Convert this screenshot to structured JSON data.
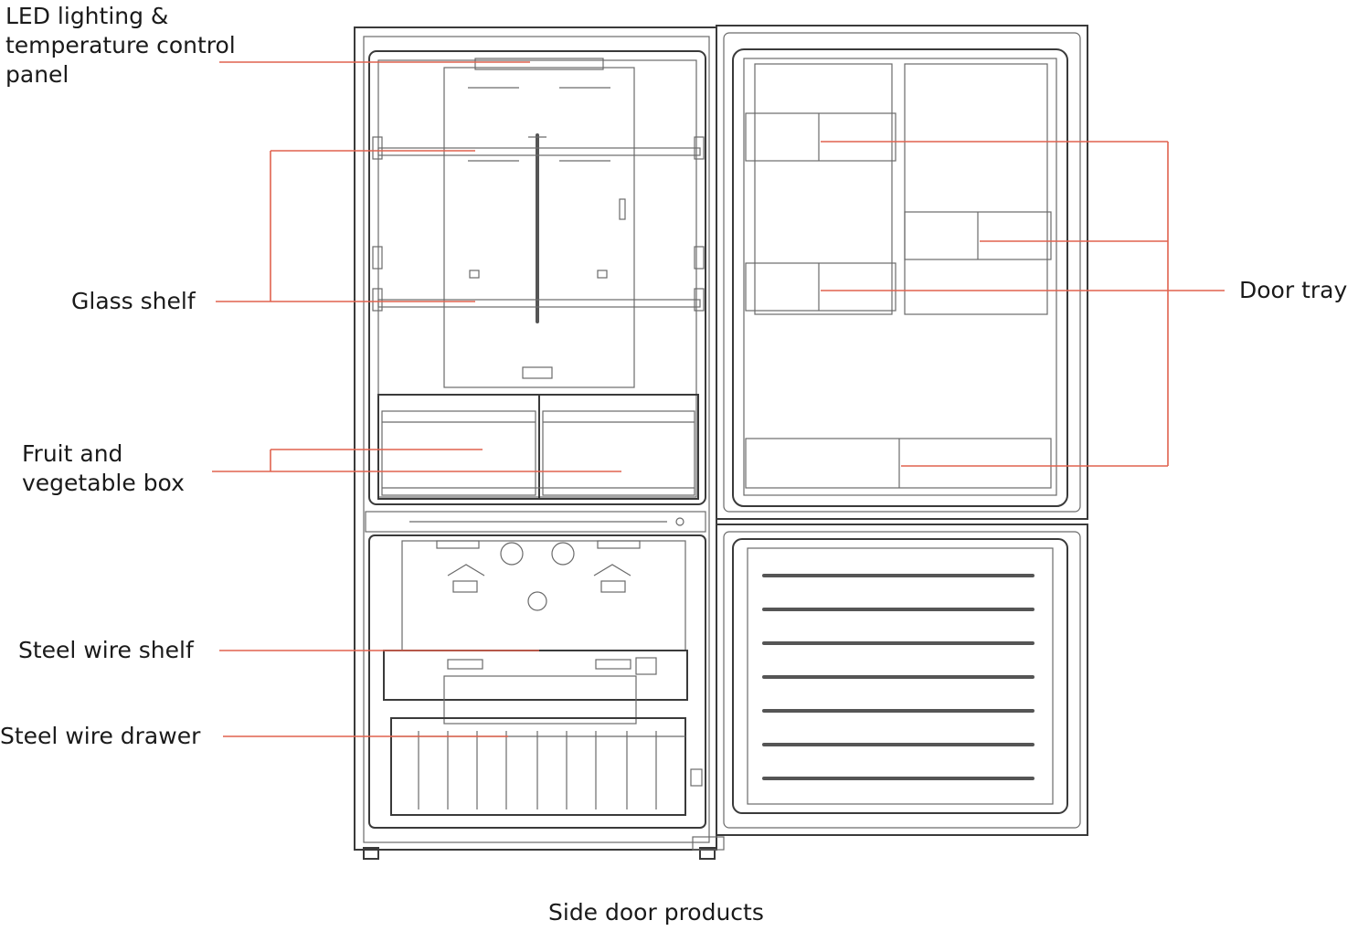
{
  "labels": {
    "led_panel": "LED lighting &\ntemperature control\npanel",
    "glass_shelf": "Glass shelf",
    "fruit_box": "Fruit and\nvegetable box",
    "wire_shelf": "Steel wire shelf",
    "wire_drawer": "Steel wire drawer",
    "door_tray": "Door tray"
  },
  "caption": "Side door products",
  "colors": {
    "leader_line": "#e0624e",
    "drawing": "#3a3a3a"
  }
}
